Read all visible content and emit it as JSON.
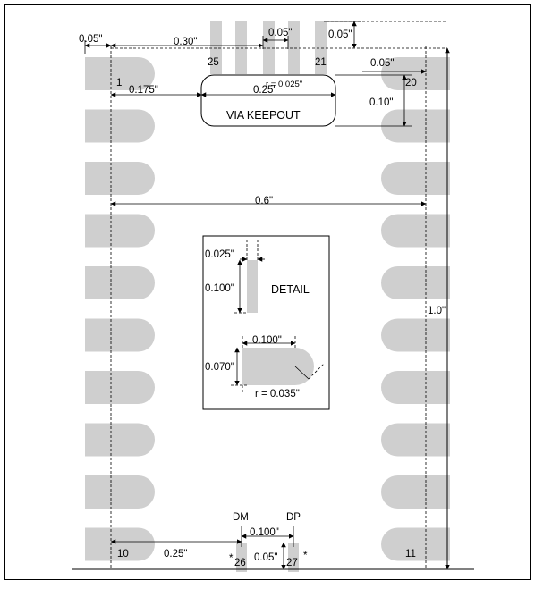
{
  "pin_numbers": {
    "p1": "1",
    "p10": "10",
    "p11": "11",
    "p20": "20",
    "p21": "21",
    "p25": "25",
    "p26": "26",
    "p27": "27"
  },
  "asterisk": "*",
  "signals": {
    "dm": "DM",
    "dp": "DP"
  },
  "dims": {
    "d_005_left": "0.05\"",
    "d_030": "0.30\"",
    "d_005_top": "0.05\"",
    "d_005_topright": "0.05\"",
    "d_005_right": "0.05\"",
    "d_0175": "0.175\"",
    "d_025_keepout": "0.25\"",
    "r_0025": "r = 0.025\"",
    "d_010": "0.10\"",
    "d_06": "0.6\"",
    "d_10": "1.0\"",
    "d_025_bottom": "0.25\"",
    "d_0100_bottom": "0.100\"",
    "d_005_bottom": "0.05\""
  },
  "keepout_label": "VIA KEEPOUT",
  "detail": {
    "title": "DETAIL",
    "d_0025": "0.025\"",
    "d_0100_vert": "0.100\"",
    "d_0100_horiz": "0.100\"",
    "d_0070": "0.070\"",
    "r_0035": "r = 0.035\""
  },
  "colors": {
    "pad": "#cfcfcf",
    "line": "#000000",
    "background": "#ffffff"
  }
}
